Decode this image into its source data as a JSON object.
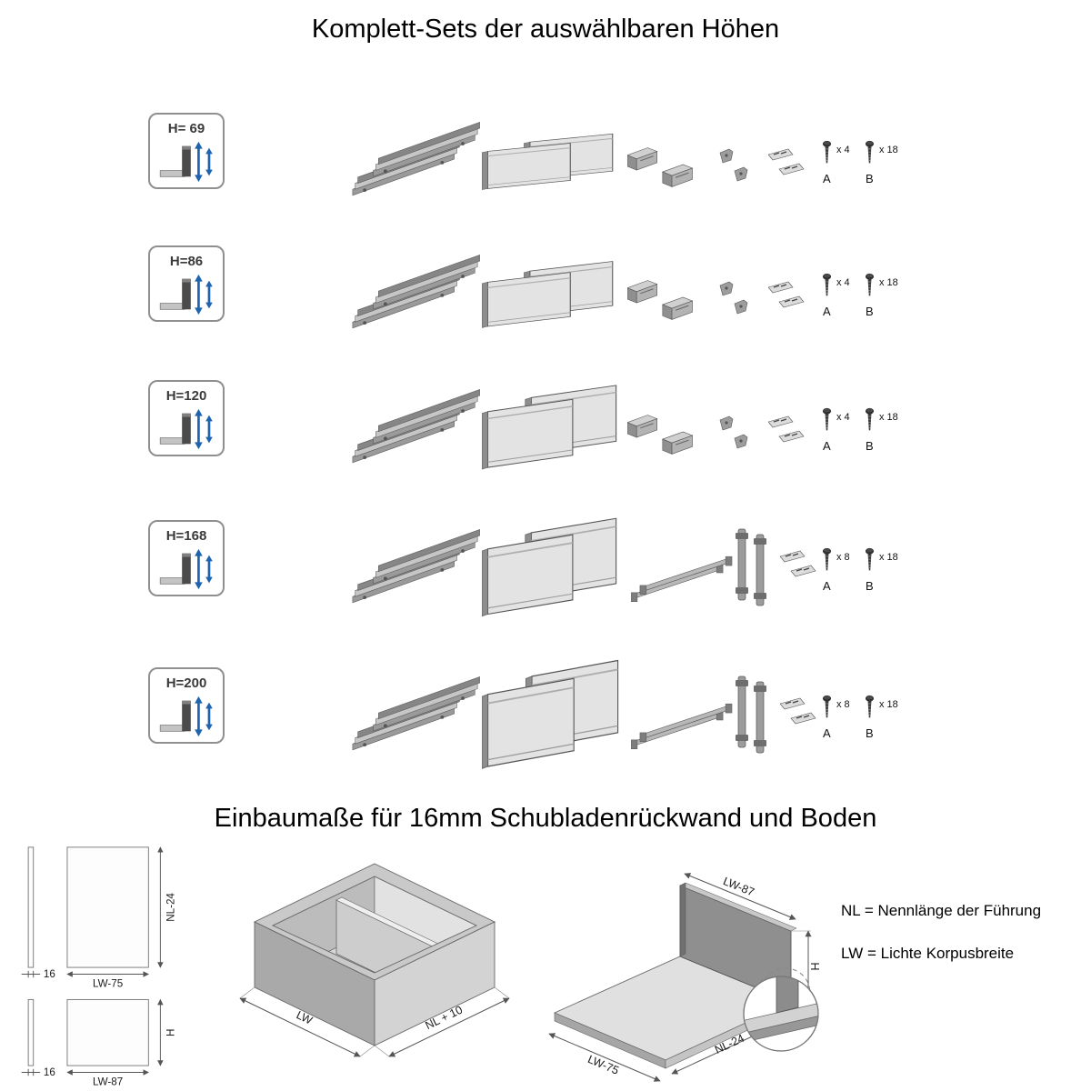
{
  "title": "Komplett-Sets der auswählbaren Höhen",
  "section2_title": "Einbaumaße für 16mm Schubladenrückwand und Boden",
  "rows": [
    {
      "height_label": "H= 69",
      "screw_a": {
        "count": "x 4",
        "letter": "A"
      },
      "screw_b": {
        "count": "x 18",
        "letter": "B"
      }
    },
    {
      "height_label": "H=86",
      "screw_a": {
        "count": "x 4",
        "letter": "A"
      },
      "screw_b": {
        "count": "x 18",
        "letter": "B"
      }
    },
    {
      "height_label": "H=120",
      "screw_a": {
        "count": "x 4",
        "letter": "A"
      },
      "screw_b": {
        "count": "x 18",
        "letter": "B"
      }
    },
    {
      "height_label": "H=168",
      "screw_a": {
        "count": "x 8",
        "letter": "A"
      },
      "screw_b": {
        "count": "x 18",
        "letter": "B"
      }
    },
    {
      "height_label": "H=200",
      "screw_a": {
        "count": "x 8",
        "letter": "A"
      },
      "screw_b": {
        "count": "x 18",
        "letter": "B"
      }
    }
  ],
  "install": {
    "left_top": {
      "thickness": "16",
      "width": "LW-75",
      "depth": "NL-24"
    },
    "left_bottom": {
      "thickness": "16",
      "width": "LW-87",
      "height": "H"
    },
    "box": {
      "width": "LW",
      "depth": "NL + 10"
    },
    "panel": {
      "back_width": "LW-87",
      "back_height": "H",
      "depth": "NL-24",
      "bottom_width": "LW-75"
    }
  },
  "legend": {
    "line1": "NL = Nennlänge der Führung",
    "line2": "LW = Lichte Korpusbreite"
  },
  "icons": {
    "drawer-height-icon": "drawer profile with vertical double arrows",
    "screw-icon": "countersunk screw"
  },
  "colors": {
    "arrow_blue": "#1f63ae",
    "drawing_gray": "#9a9a9a",
    "dimension_line": "#555555"
  }
}
